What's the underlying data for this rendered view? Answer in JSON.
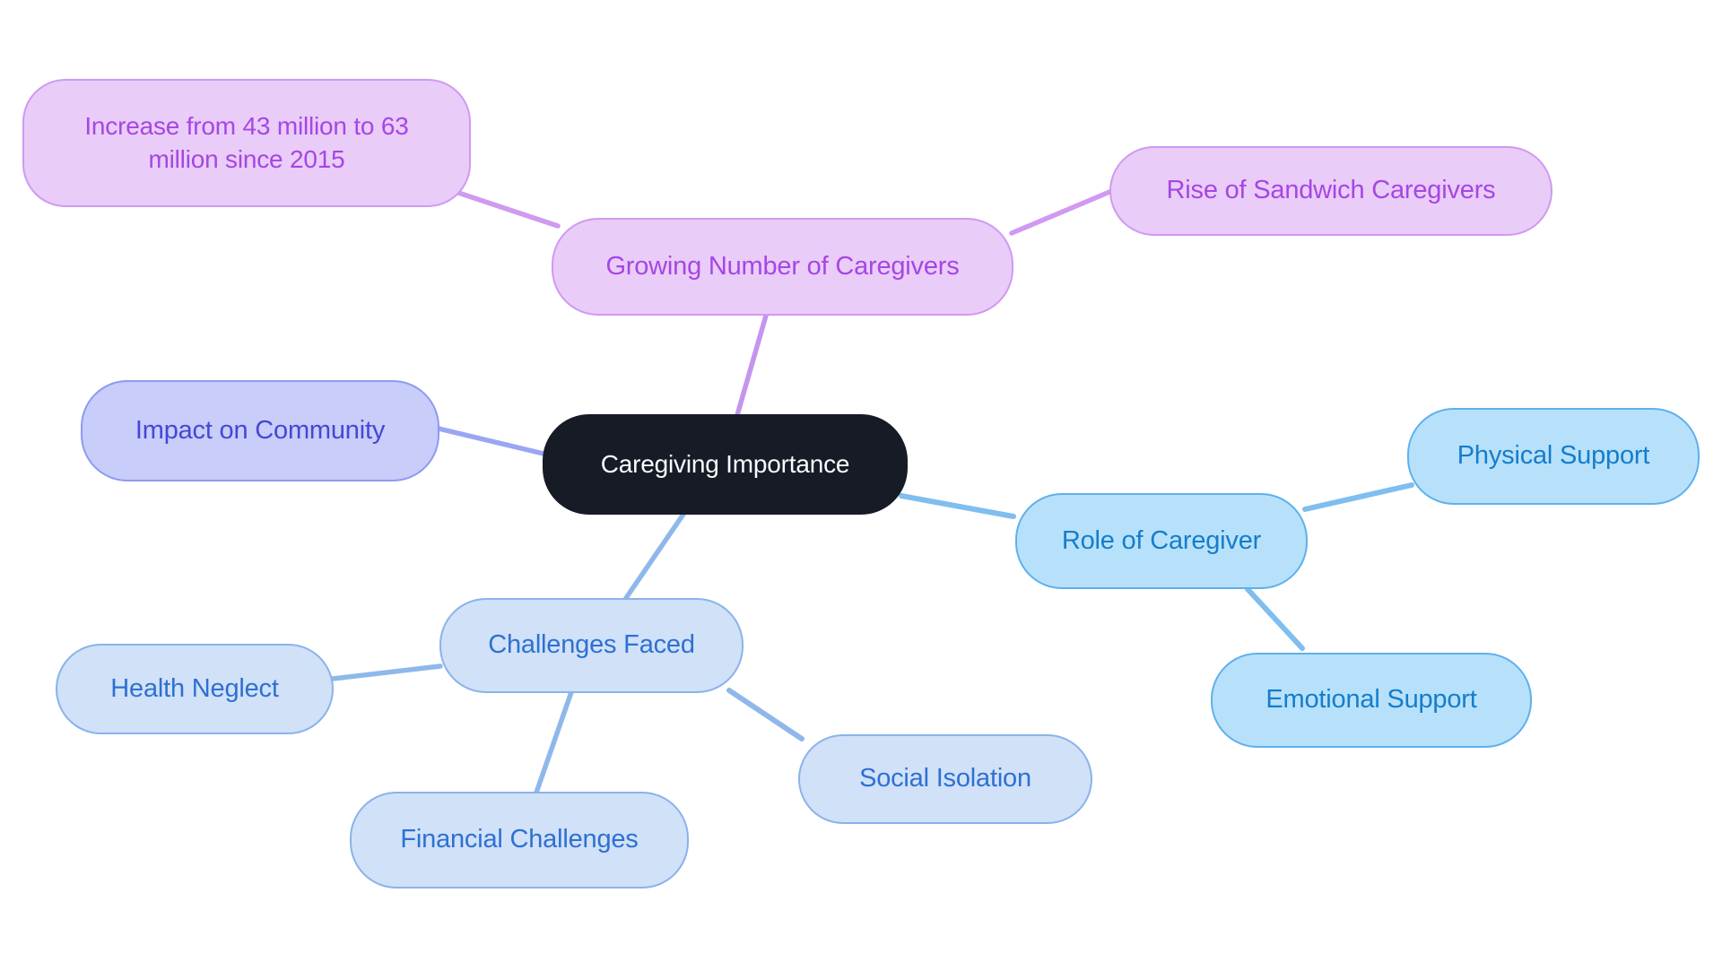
{
  "diagram": {
    "type": "mindmap",
    "title": "Caregiving Importance mind map",
    "central": {
      "id": "central",
      "label": "Caregiving Importance"
    },
    "branches": [
      {
        "id": "growing",
        "label": "Growing Number of Caregivers",
        "color_theme": "purple",
        "children": [
          {
            "id": "increase",
            "label": "Increase from 43 million to 63 million since 2015"
          },
          {
            "id": "rise",
            "label": "Rise of Sandwich Caregivers"
          }
        ]
      },
      {
        "id": "impact",
        "label": "Impact on Community",
        "color_theme": "periwinkle",
        "children": []
      },
      {
        "id": "role",
        "label": "Role of Caregiver",
        "color_theme": "sky-blue",
        "children": [
          {
            "id": "physical",
            "label": "Physical Support"
          },
          {
            "id": "emotional",
            "label": "Emotional Support"
          }
        ]
      },
      {
        "id": "challenges",
        "label": "Challenges Faced",
        "color_theme": "soft-blue",
        "children": [
          {
            "id": "health",
            "label": "Health Neglect"
          },
          {
            "id": "financial",
            "label": "Financial Challenges"
          },
          {
            "id": "social",
            "label": "Social Isolation"
          }
        ]
      }
    ],
    "palette": {
      "background": "#ffffff",
      "central_bg": "#161b26",
      "central_text": "#fafbfd",
      "purple_fill": "#e9ccf8",
      "purple_border": "#d099f2",
      "purple_text": "#a646e4",
      "purple_edge": "#c495ee",
      "periwinkle_fill": "#c8cdf9",
      "periwinkle_border": "#8f99f0",
      "periwinkle_text": "#4448d4",
      "periwinkle_edge": "#9aa5f3",
      "sky_fill": "#b7e1fb",
      "sky_border": "#5fb0ec",
      "sky_text": "#157dcb",
      "sky_edge": "#7fbeee",
      "softblue_fill": "#d0e1f8",
      "softblue_border": "#8ab3ea",
      "softblue_text": "#2e70d2",
      "softblue_edge": "#8fb8ea"
    }
  }
}
